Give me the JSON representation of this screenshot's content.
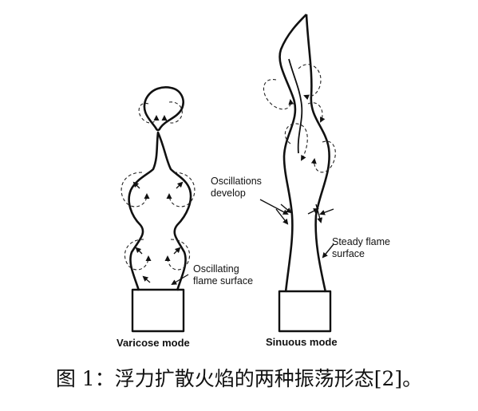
{
  "figure": {
    "varicose": {
      "oscillating_label": "Oscillating\nflame surface",
      "mode_label": "Varicose mode"
    },
    "sinuous": {
      "oscillations_label": "Oscillations\ndevelop",
      "steady_label": "Steady flame\nsurface",
      "mode_label": "Sinuous mode"
    },
    "caption": "图 1：浮力扩散火焰的两种振荡形态[2]。",
    "line_color": "#111111"
  }
}
